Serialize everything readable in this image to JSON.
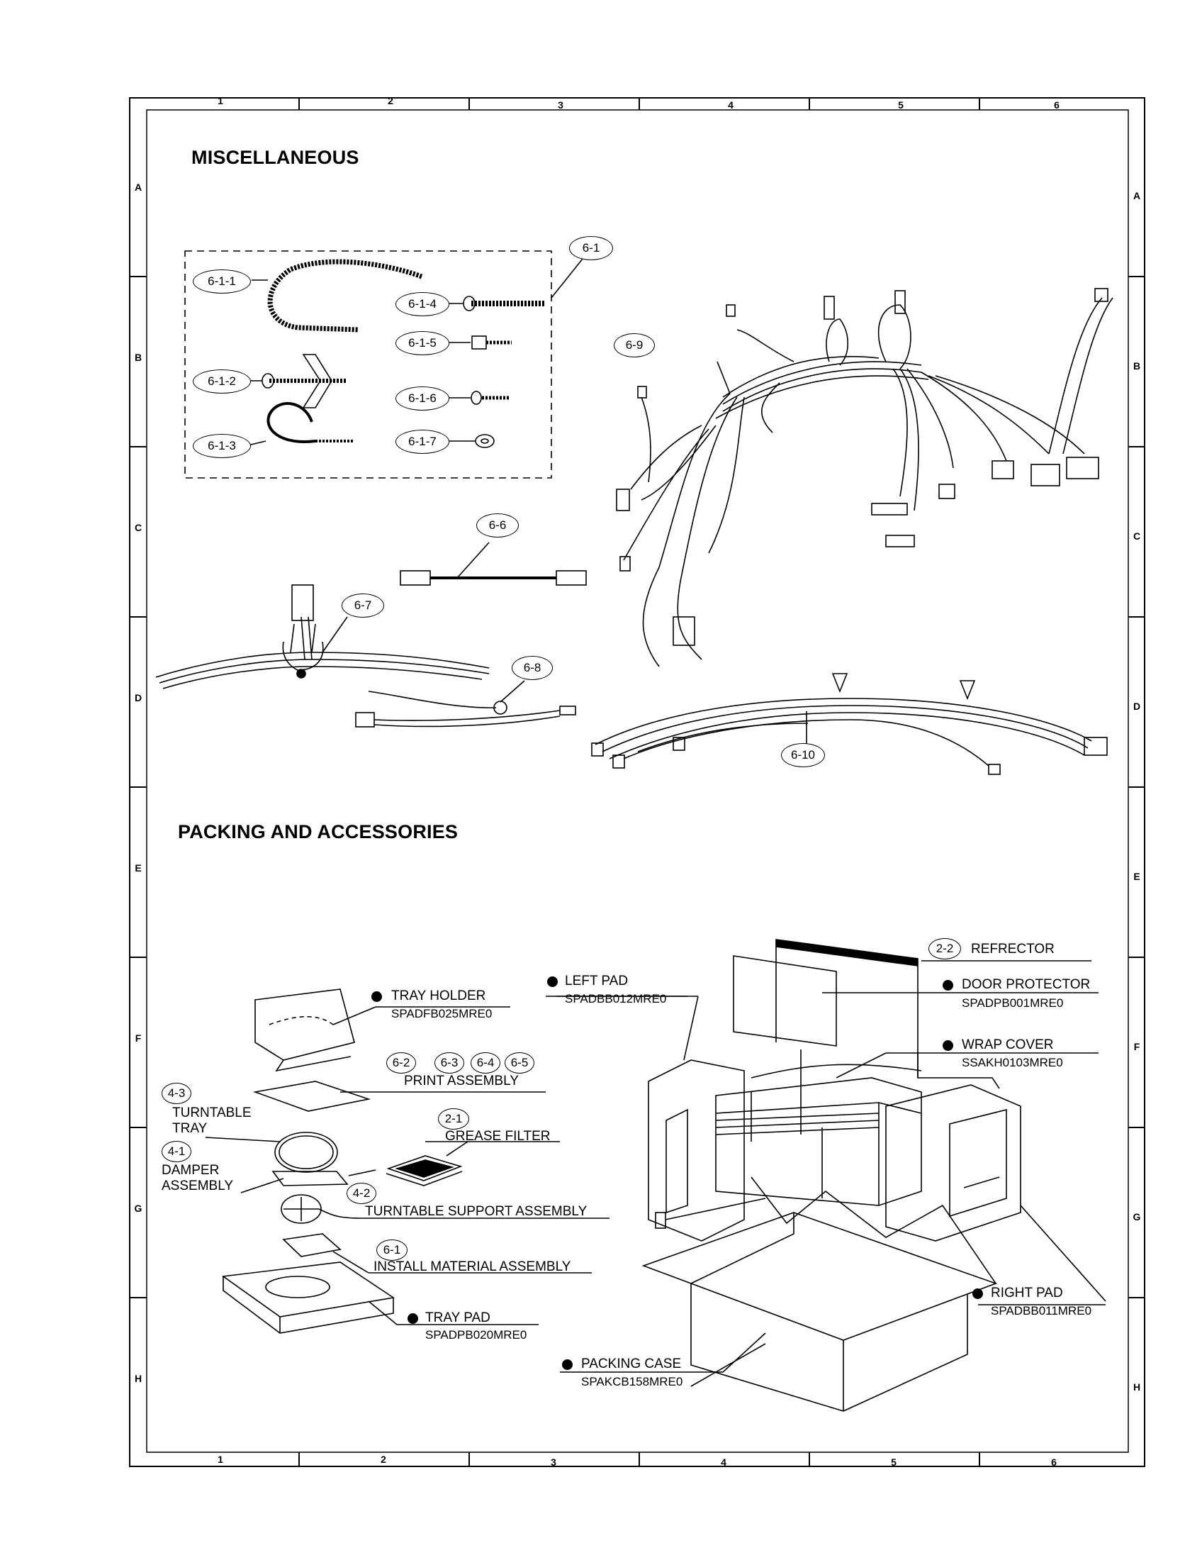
{
  "sections": {
    "misc_title": "MISCELLANEOUS",
    "packing_title": "PACKING AND ACCESSORIES"
  },
  "grid": {
    "columns": [
      "1",
      "2",
      "3",
      "4",
      "5",
      "6"
    ],
    "rows": [
      "A",
      "B",
      "C",
      "D",
      "E",
      "F",
      "G",
      "H"
    ]
  },
  "misc_parts": {
    "p6_1": "6-1",
    "p6_1_1": "6-1-1",
    "p6_1_2": "6-1-2",
    "p6_1_3": "6-1-3",
    "p6_1_4": "6-1-4",
    "p6_1_5": "6-1-5",
    "p6_1_6": "6-1-6",
    "p6_1_7": "6-1-7",
    "p6_6": "6-6",
    "p6_7": "6-7",
    "p6_8": "6-8",
    "p6_9": "6-9",
    "p6_10": "6-10"
  },
  "packing": {
    "tray_holder": {
      "name": "TRAY HOLDER",
      "code": "SPADFB025MRE0"
    },
    "print_assembly": {
      "refs": [
        "6-2",
        "6-3",
        "6-4",
        "6-5"
      ],
      "name": "PRINT ASSEMBLY"
    },
    "turntable_tray": {
      "ref": "4-3",
      "name": "TURNTABLE TRAY"
    },
    "damper_assembly": {
      "ref": "4-1",
      "name": "DAMPER ASSEMBLY"
    },
    "grease_filter": {
      "ref": "2-1",
      "name": "GREASE FILTER"
    },
    "turntable_support": {
      "ref": "4-2",
      "name": "TURNTABLE SUPPORT ASSEMBLY"
    },
    "install_material": {
      "ref": "6-1",
      "name": "INSTALL MATERIAL ASSEMBLY"
    },
    "tray_pad": {
      "name": "TRAY PAD",
      "code": "SPADPB020MRE0"
    },
    "left_pad": {
      "name": "LEFT PAD",
      "code": "SPADBB012MRE0"
    },
    "refrector": {
      "ref": "2-2",
      "name": "REFRECTOR"
    },
    "door_protector": {
      "name": "DOOR PROTECTOR",
      "code": "SPADPB001MRE0"
    },
    "wrap_cover": {
      "name": "WRAP COVER",
      "code": "SSAKH0103MRE0"
    },
    "right_pad": {
      "name": "RIGHT PAD",
      "code": "SPADBB011MRE0"
    },
    "packing_case": {
      "name": "PACKING CASE",
      "code": "SPAKCB158MRE0"
    }
  }
}
